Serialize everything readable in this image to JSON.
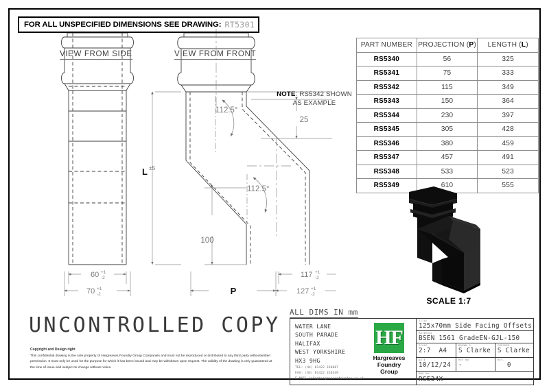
{
  "header": {
    "label": "FOR ALL UNSPECIFIED DIMENSIONS SEE DRAWING:",
    "drawing_ref": "RT5301"
  },
  "views": {
    "side_title": "VIEW FROM SIDE",
    "front_title": "VIEW FROM FRONT"
  },
  "note": {
    "prefix": "NOTE",
    "line1": ": RS5342 SHOWN",
    "line2": "AS EXAMPLE"
  },
  "dimensions": {
    "length_label": "L",
    "length_tol": "±5",
    "angle_top": "112.5°",
    "angle_bottom": "112.5°",
    "drop": "100",
    "offset_top": "25",
    "side_inner": "60",
    "side_outer": "70",
    "front_inner": "117",
    "front_outer": "127",
    "projection_label": "P",
    "tol_plus": "+1",
    "tol_minus": "-2"
  },
  "table": {
    "headers": [
      "PART NUMBER",
      "PROJECTION (P)",
      "LENGTH (L)"
    ],
    "header_parts": [
      {
        "text": "PART NUMBER",
        "bold": ""
      },
      {
        "pre": "PROJECTION (",
        "bold": "P",
        "post": ")"
      },
      {
        "pre": "LENGTH (",
        "bold": "L",
        "post": ")"
      }
    ],
    "rows": [
      {
        "part": "RS5340",
        "projection": "56",
        "length": "325"
      },
      {
        "part": "RS5341",
        "projection": "75",
        "length": "333"
      },
      {
        "part": "RS5342",
        "projection": "115",
        "length": "349"
      },
      {
        "part": "RS5343",
        "projection": "150",
        "length": "364"
      },
      {
        "part": "RS5344",
        "projection": "230",
        "length": "397"
      },
      {
        "part": "RS5345",
        "projection": "305",
        "length": "428"
      },
      {
        "part": "RS5346",
        "projection": "380",
        "length": "459"
      },
      {
        "part": "RS5347",
        "projection": "457",
        "length": "491"
      },
      {
        "part": "RS5348",
        "projection": "533",
        "length": "523"
      },
      {
        "part": "RS5349",
        "projection": "610",
        "length": "555"
      }
    ]
  },
  "render": {
    "scale_label": "SCALE 1:7"
  },
  "watermark": {
    "text": "UNCONTROLLED COPY"
  },
  "copyright": {
    "heading": "Copyright and Design right",
    "body": "This confidential drawing is the sole property of Hargreaves Foundry Group Companies and must not be reproduced or distributed to any third party withoutwritten permission. It must only be used for the purpose for which it has been issued and may be withdrawn upon request. The validity of the drawing is only guaranteed at the time of issue and isubject to change without notice."
  },
  "all_dims": "ALL DIMS IN mm",
  "title_block": {
    "address": [
      "WATER LANE",
      "SOUTH PARADE",
      "HALIFAX",
      "WEST YORKSHIRE",
      "HX3 9HG"
    ],
    "contact": [
      "TEL: (44) 01422 330607",
      "FAX: (44) 01422 320349",
      "E-MAIL  info@hargreavesfoundry.co.uk"
    ],
    "logo": {
      "mark": "HF",
      "color": "#2aa845",
      "lines": [
        "Hargreaves",
        "Foundry",
        "Group"
      ]
    },
    "fields": {
      "title_label": "TITLE",
      "title_value": "125x70mm Side Facing Offsets",
      "material_label": "MATERIAL",
      "material_value": "BSEN 1561 GradeEN-GJL-150",
      "scale_label": "SCALE",
      "scale_value": "2:7",
      "sheet_value": "A4",
      "drawn_label": "DRAWN   O",
      "drawn_value": "S Clarke",
      "checked_label": "CHECKED",
      "checked_value": "S Clarke",
      "date_label": "DATE",
      "date_value": "10/12/24",
      "ref_label": "REF No",
      "ref_value": "-",
      "rev_label": "REV.",
      "rev_value": "0",
      "dwg_label": "DWG No",
      "dwg_value": "RS534X"
    }
  }
}
